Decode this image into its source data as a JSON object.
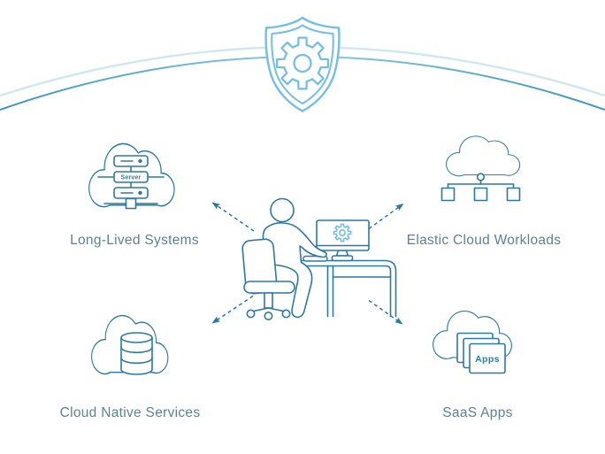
{
  "colors": {
    "line": "#2b79a2",
    "light_blue": "#72bee6",
    "arc_light": "#cfe7f3",
    "arc_dark": "#3f9ecb",
    "label_text": "#5d8196",
    "background": "#ffffff"
  },
  "shield": {
    "icon": "shield-gear-icon"
  },
  "workstation": {
    "icon": "person-at-desk-icon",
    "screen_icon": "gear-icon"
  },
  "nodes": {
    "long_lived": {
      "label": "Long-Lived Systems",
      "icon": "cloud-server-icon",
      "badge": "Server"
    },
    "elastic": {
      "label": "Elastic Cloud Workloads",
      "icon": "cloud-cluster-icon"
    },
    "cloud_native": {
      "label": "Cloud Native Services",
      "icon": "cloud-database-icon"
    },
    "saas": {
      "label": "SaaS Apps",
      "icon": "cloud-apps-icon",
      "badge": "Apps"
    }
  }
}
